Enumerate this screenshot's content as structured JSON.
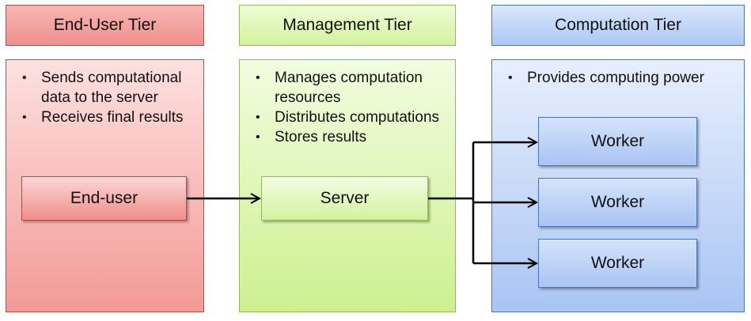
{
  "tiers": {
    "end_user": {
      "header": "End-User Tier",
      "bullets": [
        "Sends computational data to the server",
        "Receives final results"
      ],
      "node": "End-user"
    },
    "management": {
      "header": "Management Tier",
      "bullets": [
        "Manages computation resources",
        "Distributes computations",
        "Stores results"
      ],
      "node": "Server"
    },
    "computation": {
      "header": "Computation Tier",
      "bullets": [
        "Provides computing power"
      ],
      "workers": [
        "Worker",
        "Worker",
        "Worker"
      ]
    }
  },
  "colors": {
    "red_border": "#b84a48",
    "green_border": "#98b95a",
    "blue_border": "#4f77bb",
    "arrow": "#000000"
  }
}
